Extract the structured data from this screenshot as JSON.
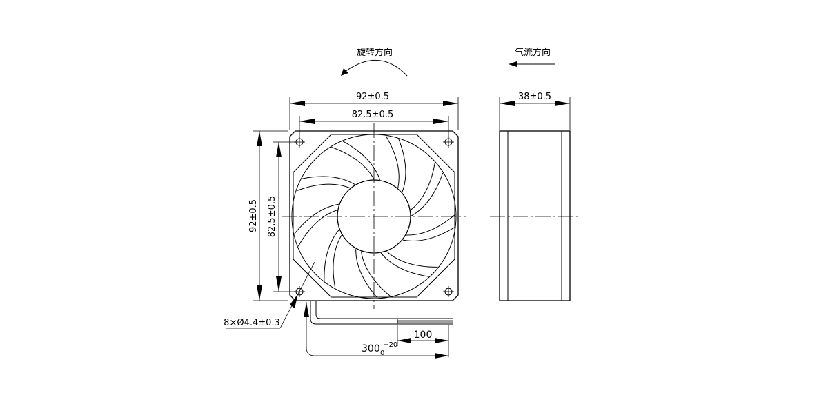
{
  "annotations": {
    "rotation_direction": "旋转方向",
    "airflow_direction": "气流方向"
  },
  "dimensions": {
    "outer_width": "92±0.5",
    "hole_spacing_width": "82.5±0.5",
    "outer_height": "92±0.5",
    "hole_spacing_height": "82.5±0.5",
    "thickness": "38±0.5",
    "mounting_holes": "8×Ø4.4±0.3",
    "cable_strip": "100",
    "cable_length": {
      "base": "300",
      "upper_tol": "+20",
      "lower_tol": "0"
    }
  }
}
